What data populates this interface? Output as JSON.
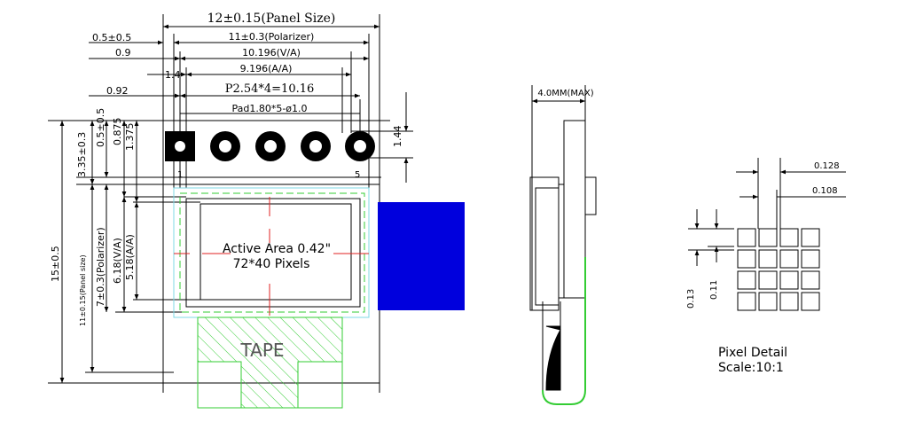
{
  "colors": {
    "line": "#000000",
    "cyan": "#7fd8e6",
    "green": "#33cc33",
    "fpc": "#0000dd"
  },
  "front_view": {
    "top_dims": {
      "panel_size": "12±0.15(Panel Size)",
      "margin": "0.5±0.5",
      "polarizer": "11±0.3(Polarizer)",
      "offset_va": "0.9",
      "va": "10.196(V/A)",
      "offset_pad": "1.4",
      "aa": "9.196(A/A)",
      "offset_pitch": "0.92",
      "pitch": "P2.54*4=10.16",
      "pad": "Pad1.80*5-ø1.0"
    },
    "left_dims": {
      "d1": "3.35±0.3",
      "d2": "0.5±0.5",
      "d3": "0.875",
      "d4": "1.375",
      "polarizer_h": "7±0.3(Polarizer)",
      "va_h": "6.18(V/A)",
      "aa_h": "5.18(A/A)",
      "panel_h": "15±0.5",
      "panel_size_h": "11±0.15(Panel size)"
    },
    "right_dims": {
      "pad_dia": "1.44"
    },
    "pins": {
      "first": "1",
      "last": "5"
    },
    "active_area_title": "Active Area 0.42\"",
    "active_area_pixels": "72*40 Pixels",
    "tape": "TAPE"
  },
  "side_view": {
    "max_thickness": "4.0MM(MAX)"
  },
  "pixel_detail": {
    "pitch_x": "0.128",
    "pixel_x": "0.108",
    "pitch_y": "0.13",
    "pixel_y": "0.11",
    "title": "Pixel Detail",
    "scale": "Scale:10:1"
  }
}
